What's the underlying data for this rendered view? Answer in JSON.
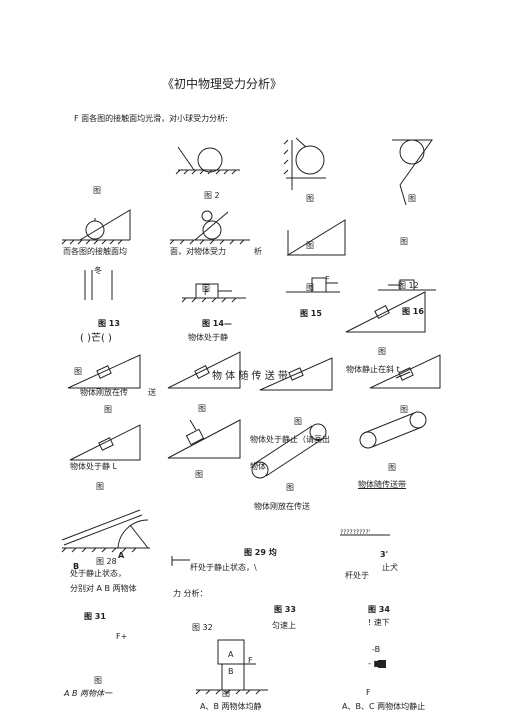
{
  "title": "《初中物理受力分析》",
  "intro": "F 面各图的接触面均光滑，对小球受力分析:",
  "labels": {
    "l1": "图",
    "l2": "图 2",
    "l3": "图",
    "l4": "图",
    "l5": "图",
    "l6": "图",
    "l7": "而各图的接触面均",
    "l8": "面，对物体受力",
    "l9": "析",
    "l10": "冬",
    "l11": "图",
    "l12": "图",
    "l13": "图 12",
    "l14": "图 13",
    "l15": "图 14—",
    "l16": "图 15",
    "l17": "图 16",
    "l18": "( )芒( )",
    "l19": "物体处于静",
    "l20": "图",
    "l21": "图",
    "l22": "物 体 随 传 送 带",
    "l23": "物体静止在斜 t",
    "l24": "物体刚放在传",
    "l25": "送",
    "l26": "图",
    "l27": "图",
    "l28": "图",
    "l29": "图",
    "l30": "物体处于静止（请画出",
    "l31": "物体处于静 L",
    "l32": "物体",
    "l33": "图",
    "l34": "图",
    "l35": "图",
    "l36": "物体随传送带",
    "l37": "物体刚放在传送",
    "l38": "图 28",
    "l39": "A",
    "l40": "图 29  均",
    "l41": "3'",
    "l42": "B",
    "l43": "处于静止状态，",
    "l44": "杆处于静止状态，\\",
    "l45": "止犬",
    "l46": "杆处于",
    "l47": "分别对 A B 两物体",
    "l48": "力 分析：",
    "l49": "图 31",
    "l50": "图 33",
    "l51": "图 34",
    "l52": "匀速上",
    "l53": "! 速下",
    "l54": "图  32",
    "l55": "F+",
    "l56": "-B",
    "l57": "- ■",
    "l58": "图",
    "l59": "A B 两物体一",
    "l60": "图",
    "l61": "图",
    "l62": "A、B 两物体均静",
    "l63": "A、B、C 两物体均静止",
    "l64": "F",
    "l65": "F",
    "l66": "F",
    "l67": "A",
    "l68": "B",
    "l69": "F",
    "l70": "?????????'"
  }
}
